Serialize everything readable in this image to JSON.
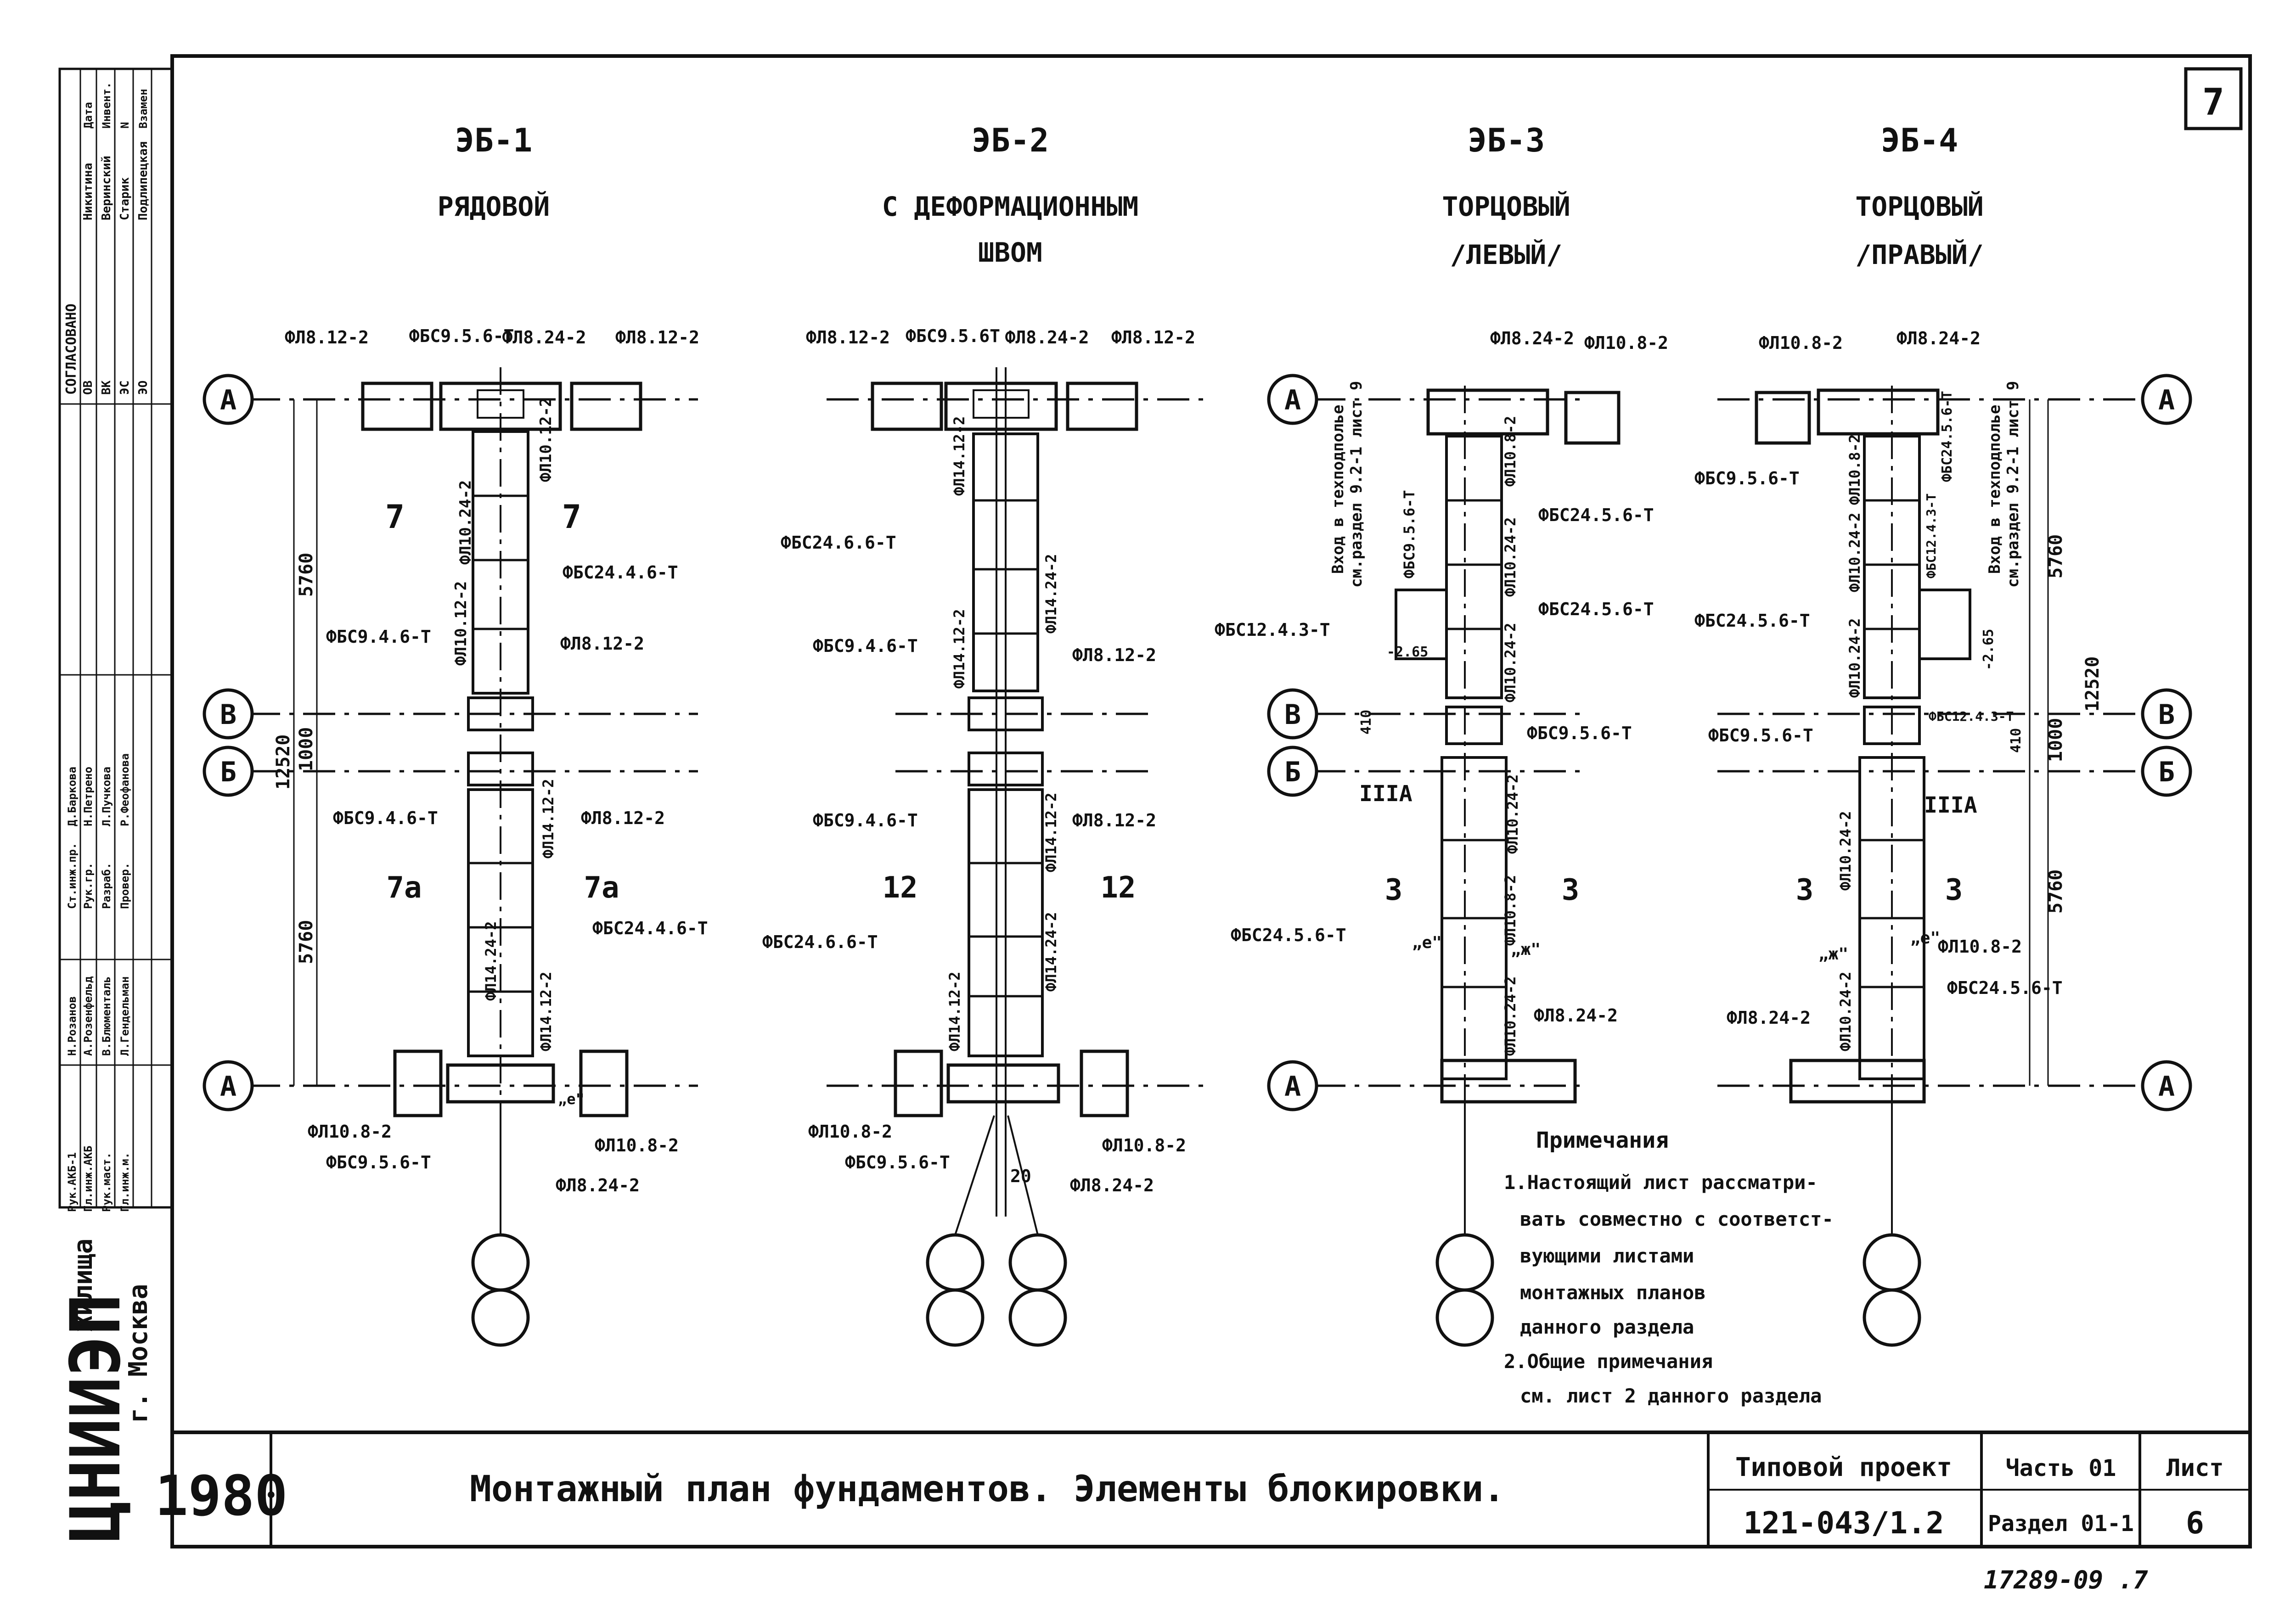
{
  "sheet_number_top": "7",
  "variants": [
    {
      "code": "ЭБ-1",
      "title_1": "РЯДОВОЙ",
      "title_2": ""
    },
    {
      "code": "ЭБ-2",
      "title_1": "С ДЕФОРМАЦИОННЫМ",
      "title_2": "ШВОМ"
    },
    {
      "code": "ЭБ-3",
      "title_1": "ТОРЦОВЫЙ",
      "title_2": "/ЛЕВЫЙ/"
    },
    {
      "code": "ЭБ-4",
      "title_1": "ТОРЦОВЫЙ",
      "title_2": "/ПРАВЫЙ/"
    }
  ],
  "axes": {
    "a": "А",
    "v": "В",
    "b": "Б"
  },
  "dims": {
    "d5760": "5760",
    "d12520": "12520",
    "d1000": "1000",
    "d410": "410",
    "d20": "20",
    "d265": "-2.65"
  },
  "eb1": {
    "top_left": "ФЛ8.12-2",
    "top_mid": "ФБС9.5.6-Т",
    "top_right1": "ФЛ8.24-2",
    "top_right2": "ФЛ8.12-2",
    "v1": "ФЛ10.12-2",
    "v2": "ФЛ10.24-2",
    "v3": "ФЛ10.12-2",
    "sec7": "7",
    "fbs24": "ФБС24.4.6-Т",
    "fbs946_a": "ФБС9.4.6-Т",
    "fl812_a": "ФЛ8.12-2",
    "fbs946_b": "ФБС9.4.6-Т",
    "fl812_b": "ФЛ8.12-2",
    "sec7a": "7а",
    "fl1412": "ФЛ14.12-2",
    "fl1424": "ФЛ14.24-2",
    "fl1412b": "ФЛ14.12-2",
    "fbs24b": "ФБС24.4.6-Т",
    "bot_l": "ФЛ10.8-2",
    "bot_r": "ФЛ10.8-2",
    "bot_fbs": "ФБС9.5.6-Т",
    "bot_fl": "ФЛ8.24-2",
    "e": "„е\""
  },
  "eb2": {
    "top_left": "ФЛ8.12-2",
    "top_mid": "ФБС9.5.6Т",
    "top_right1": "ФЛ8.24-2",
    "top_right2": "ФЛ8.12-2",
    "v1": "ФЛ14.12-2",
    "v2": "ФЛ14.24-2",
    "v3": "ФЛ14.12-2",
    "v4": "ФЛ14.12-2",
    "v5": "ФЛ14.24-2",
    "v6": "ФЛ14.12-2",
    "fbs2466": "ФБС24.6.6-Т",
    "fbs946": "ФБС9.4.6-Т",
    "fl812": "ФЛ8.12-2",
    "fbs946b": "ФБС9.4.6-Т",
    "fl812b": "ФЛ8.12-2",
    "sec12": "12",
    "fbs2466b": "ФБС24.6.6-Т",
    "bot_l": "ФЛ10.8-2",
    "bot_r": "ФЛ10.8-2",
    "bot_fbs": "ФБС9.5.6-Т",
    "bot_fl": "ФЛ8.24-2"
  },
  "eb3": {
    "top_fl824": "ФЛ8.24-2",
    "top_fl108": "ФЛ10.8-2",
    "entry": "Вход в техподполье",
    "entry_ref": "см.раздел 9.2-1 лист 9",
    "fbs956": "ФБС9.5.6-Т",
    "fl108": "ФЛ10.8-2",
    "fbs2456": "ФБС24.5.6-Т",
    "fl1024": "ФЛ10.24-2",
    "fbs2456b": "ФБС24.5.6-Т",
    "fbs1243": "ФБС12.4.3-Т",
    "fl1024b": "ФЛ10.24-2",
    "fbs956b": "ФБС9.5.6-Т",
    "mark3a": "IIIА",
    "fl1024c": "ФЛ10.24-2",
    "sec3": "3",
    "fbs2456c": "ФБС24.5.6-Т",
    "fl108b": "ФЛ10.8-2",
    "e": "„е\"",
    "zh": "„ж\"",
    "fl1024d": "ФЛ10.24-2",
    "fl824b": "ФЛ8.24-2"
  },
  "eb4": {
    "top_fl108": "ФЛ10.8-2",
    "top_fl824": "ФЛ8.24-2",
    "entry": "Вход в техподполье",
    "entry_ref": "см.раздел 9.2-1 лист 9",
    "fbs956": "ФБС9.5.6-Т",
    "fl1082": "ФЛ10.8-2",
    "fbs2456": "ФБС24.5.6-Т",
    "fl1024": "ФЛ10.24-2",
    "fbs1243": "ФБС12.4.3-Т",
    "fl1024b": "ФЛ10.24-2",
    "fbs2456b": "ФБС24.5.6-Т",
    "fbs956b": "ФБС9.5.6-Т",
    "fbs1243b": "ФБС12.4.3-Т",
    "mark3a": "IIIА",
    "fl1024c": "ФЛ10.24-2",
    "sec3": "3",
    "zh": "„ж\"",
    "e": "„е\"",
    "fl108b": "ФЛ10.8-2",
    "fbs2456c": "ФБС24.5.6-Т",
    "fl824b": "ФЛ8.24-2",
    "fl1024d": "ФЛ10.24-2"
  },
  "notes": {
    "title": "Примечания",
    "lines": [
      "1.Настоящий лист рассматри-",
      "вать совместно с соответст-",
      "вующими листами",
      "монтажных планов",
      "данного раздела",
      "2.Общие примечания",
      "см. лист 2 данного раздела"
    ]
  },
  "title_block": {
    "year": "1980",
    "title": "Монтажный план фундаментов. Элементы блокировки.",
    "project_label": "Типовой проект",
    "project_number": "121-043/1.2",
    "part": "Часть 01",
    "section": "Раздел 01-1",
    "sheet_label": "Лист",
    "sheet": "6"
  },
  "org": {
    "name": "ЦНИИЭП",
    "sub": "жилища",
    "city": "г. Москва"
  },
  "left_stamp": {
    "rows": [
      "Рук.АКБ-1",
      "Гл.инж.АКБ",
      "Рук.маст.",
      "Гл.инж.м.",
      "Ст.инж.пр.",
      "Рук.гр.",
      "Разраб.",
      "Провер."
    ],
    "names": [
      "Н.Розанов",
      "А.Розенфельд",
      "В.Блюменталь",
      "Л.Гендельман",
      "Д.Баркова",
      "Н.Петрено",
      "Л.Пучкова",
      "Р.Феофанова"
    ],
    "agreed": "СОГЛАСОВАНО",
    "agree_rows": [
      "ОВ",
      "ВК",
      "ЭС",
      "ЭО"
    ],
    "agree_names": [
      "Никитина",
      "Веринский",
      "Старик",
      "Подлипецкая"
    ],
    "agree_cols": [
      "Дата",
      "Инвент.",
      "N",
      "Взамен"
    ]
  },
  "footer_code": "17289-09 .7"
}
